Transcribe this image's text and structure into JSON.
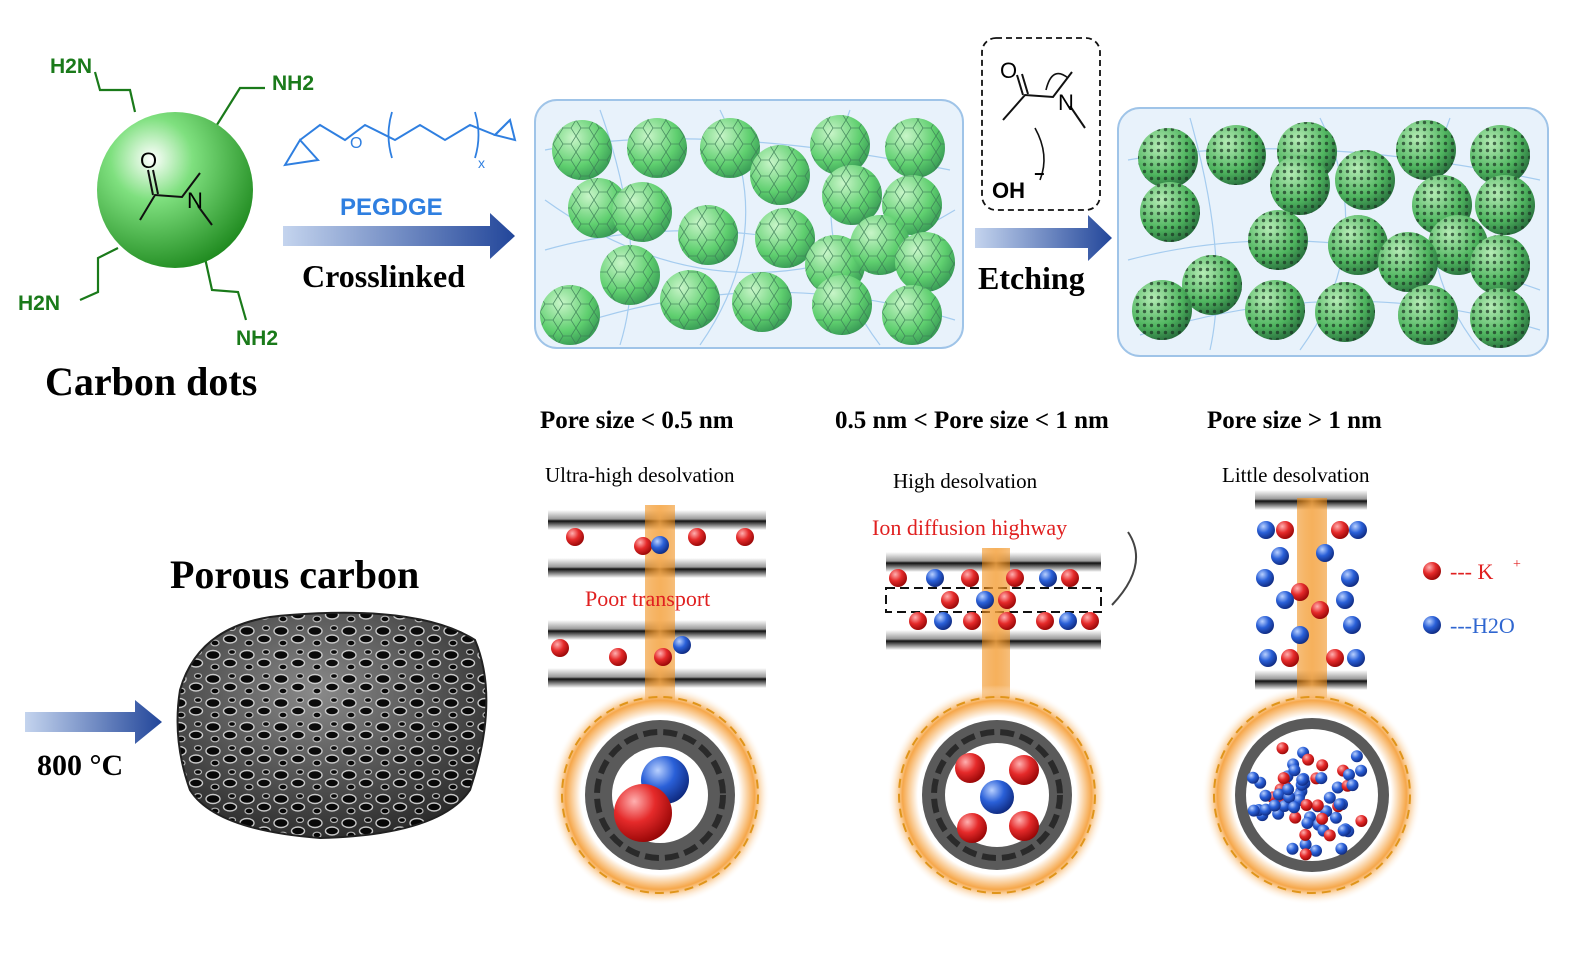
{
  "colors": {
    "green_label": "#1a7a1a",
    "blue_label": "#2f7fe0",
    "red_label": "#e02020",
    "arrow": "#2b4fa0",
    "sphere": "#3fbf3f",
    "k_ion": "#d82020",
    "water": "#1f55cc",
    "highlight": "#f5a030"
  },
  "carbon_dot": {
    "title": "Carbon dots",
    "amine_tl": "H2N",
    "amine_tr": "NH2",
    "amine_bl": "H2N",
    "amine_br": "NH2",
    "atom_o": "O",
    "atom_n": "N"
  },
  "step_crosslink": {
    "reagent": "PEGDGE",
    "subscript_x": "x",
    "atom_o": "O",
    "label": "Crosslinked"
  },
  "step_etch": {
    "label": "Etching",
    "atom_o": "O",
    "atom_n": "N",
    "hydroxide": "OH",
    "minus": "−"
  },
  "carbonize": {
    "title": "Porous carbon",
    "temperature": "800 °C"
  },
  "pores": [
    {
      "size": "Pore size  < 0.5 nm",
      "desolvation": "Ultra-high  desolvation",
      "note": "Poor  transport"
    },
    {
      "size": "0.5 nm <  Pore size  < 1 nm",
      "desolvation": "High desolvation",
      "note": "Ion diffusion  highway"
    },
    {
      "size": "Pore size > 1 nm",
      "desolvation": "Little desolvation",
      "note": ""
    }
  ],
  "legend": {
    "k_label": "--- K",
    "k_sup": "+",
    "h2o_label": "---H2O"
  }
}
